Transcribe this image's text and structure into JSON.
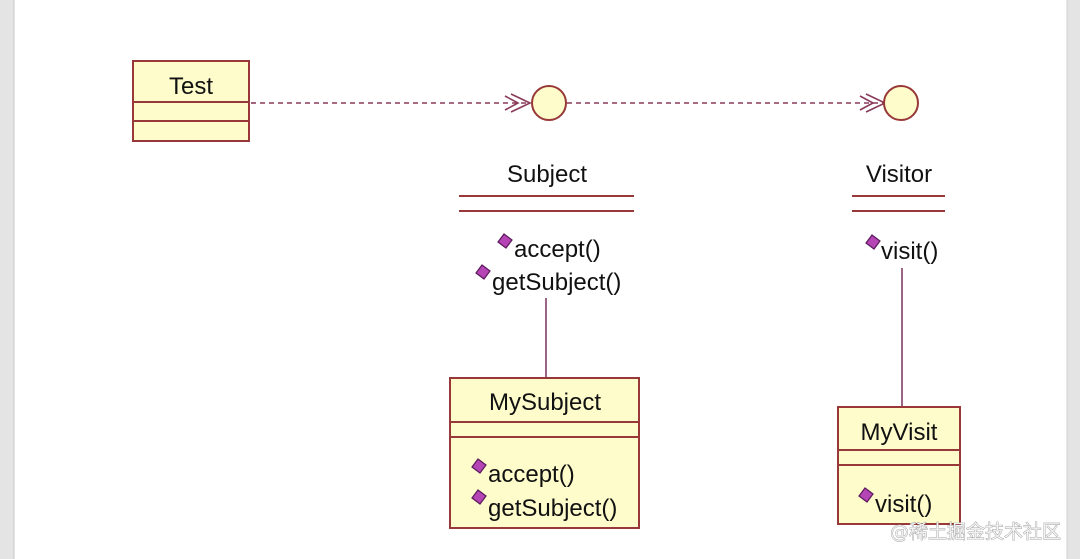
{
  "classes": {
    "test": {
      "name": "Test"
    },
    "my_subject": {
      "name": "MySubject",
      "methods": [
        "accept()",
        "getSubject()"
      ]
    },
    "my_visit": {
      "name": "MyVisit",
      "methods": [
        "visit()"
      ]
    }
  },
  "interfaces": {
    "subject": {
      "name": "Subject",
      "methods": [
        "accept()",
        "getSubject()"
      ]
    },
    "visitor": {
      "name": "Visitor",
      "methods": [
        "visit()"
      ]
    }
  },
  "watermark": "@稀土掘金技术社区",
  "colors": {
    "box_fill": "#fefccb",
    "box_stroke": "#983838",
    "dependency_line": "#8a3a5a",
    "link_line": "#80406a",
    "method_icon": "#b544b5",
    "method_icon_edge": "#5a1a5a",
    "frame_edge": "#e4e4e4"
  }
}
